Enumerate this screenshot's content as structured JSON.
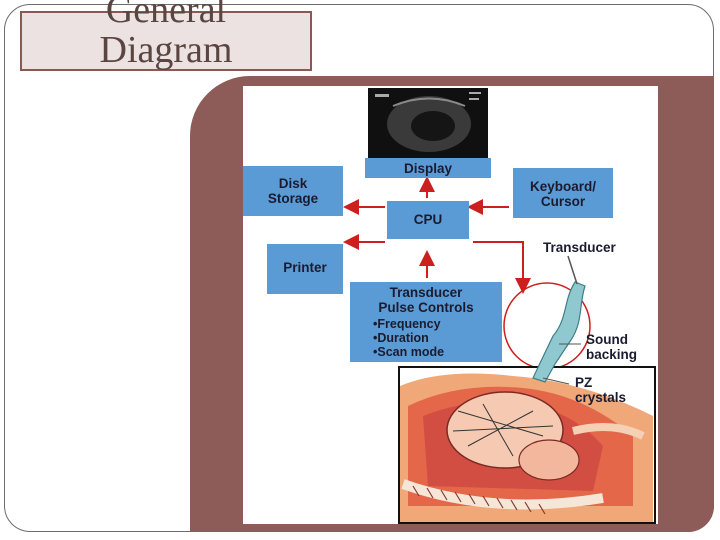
{
  "slide": {
    "title_line1": "General",
    "title_line2": "Diagram"
  },
  "diagram": {
    "display": "Display",
    "disk_storage_line1": "Disk",
    "disk_storage_line2": "Storage",
    "cpu": "CPU",
    "keyboard_line1": "Keyboard/",
    "keyboard_line2": "Cursor",
    "printer": "Printer",
    "pulse_controls_line1": "Transducer",
    "pulse_controls_line2": "Pulse Controls",
    "pulse_controls_bullets": [
      "•Frequency",
      "•Duration",
      "•Scan mode"
    ],
    "transducer": "Transducer",
    "sound_backing_line1": "Sound",
    "sound_backing_line2": "backing",
    "pz_crystals_line1": "PZ",
    "pz_crystals_line2": "crystals"
  },
  "colors": {
    "box_blue": "#5b9bd5",
    "arrow_red": "#cc1f1f",
    "panel_brown": "#8e5c58",
    "title_fill": "#ece2e2"
  }
}
